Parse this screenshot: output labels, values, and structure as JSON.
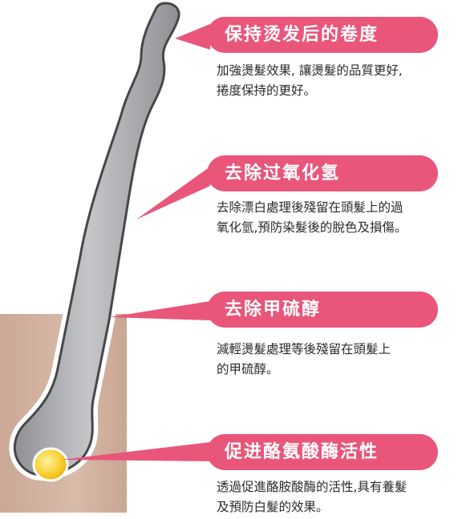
{
  "colors": {
    "accent": "#e9567a",
    "skin": "#d4b5a2",
    "hair_fill": "#a8aaae",
    "hair_outline": "#474747",
    "bulb": "#f5c518",
    "text": "#2b2b2b"
  },
  "features": [
    {
      "title": "保持烫发后的卷度",
      "description": "加強燙髮效果, 讓燙髮的品質更好,\n捲度保持的更好。"
    },
    {
      "title": "去除过氧化氢",
      "description": "去除漂白處理後殘留在頭髮上的過\n氧化氫,預防染髮後的脫色及損傷。"
    },
    {
      "title": "去除甲硫醇",
      "description": "減輕燙髮處理等後殘留在頭髮上\n的甲硫醇。"
    },
    {
      "title": "促进酪氨酸酶活性",
      "description": "透過促進酪胺酸酶的活性,具有養髮\n及預防白髮的效果。"
    }
  ]
}
